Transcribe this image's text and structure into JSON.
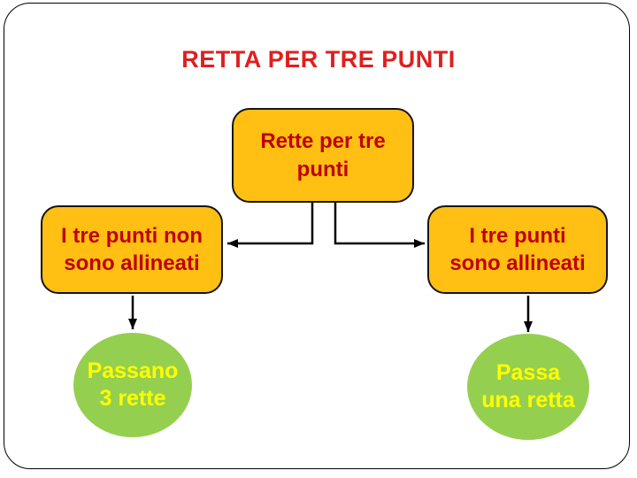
{
  "slide": {
    "title": "RETTA PER TRE PUNTI",
    "background_color": "#ffffff",
    "frame_border_color": "#000000"
  },
  "diagram": {
    "root": {
      "label": "Rette per tre\npunti"
    },
    "left_branch": {
      "label": "I tre punti non\nsono allineati"
    },
    "right_branch": {
      "label": "I tre punti\nsono allineati"
    },
    "left_result": {
      "label": "Passano\n3 rette"
    },
    "right_result": {
      "label": "Passa\nuna retta"
    }
  },
  "colors": {
    "title_text": "#e01f1f",
    "box_fill": "#ffc013",
    "box_border": "#151515",
    "box_text": "#c00000",
    "ellipse_fill": "#95cf4f",
    "ellipse_text": "#ffff00",
    "connector": "#000000"
  }
}
